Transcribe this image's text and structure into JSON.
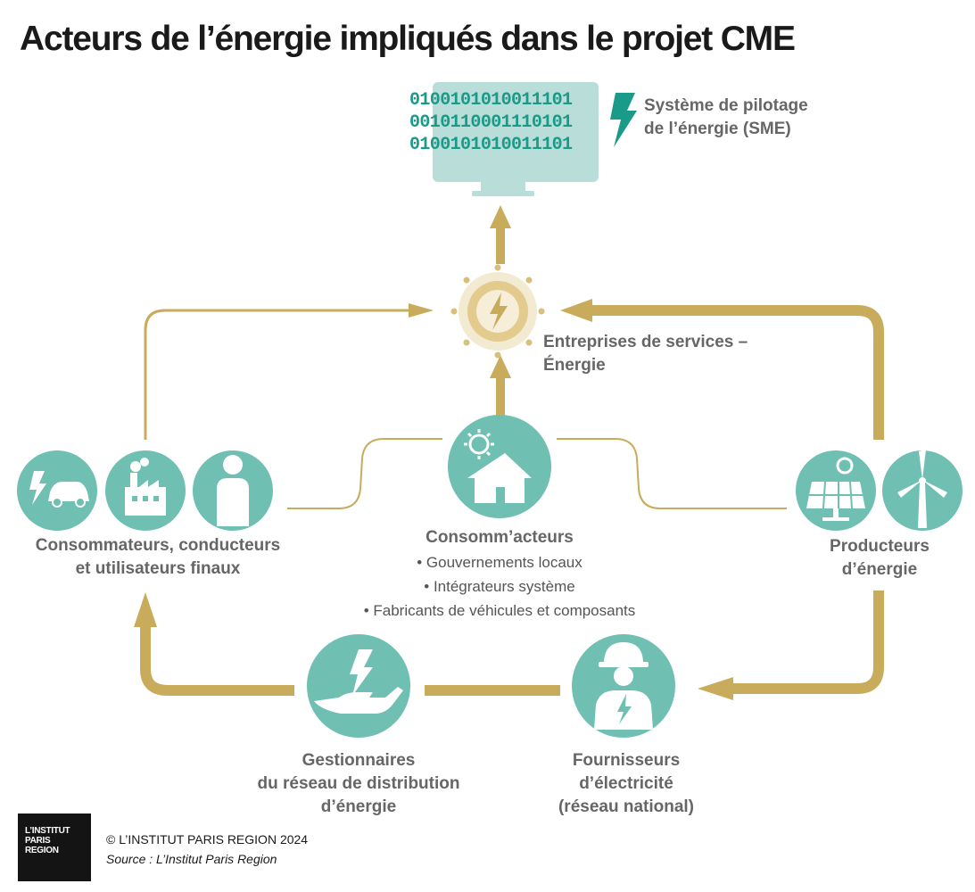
{
  "title": "Acteurs de l’énergie impliqués dans le projet CME",
  "sme": {
    "binary_lines": [
      "0100101010011101",
      "0010110001110101",
      "0100101010011101"
    ],
    "label_lines": [
      "Système de pilotage",
      "de l’énergie (SME)"
    ]
  },
  "services": {
    "label_lines": [
      "Entreprises de services –",
      "Énergie"
    ]
  },
  "consommateurs": {
    "label_lines": [
      "Consommateurs, conducteurs",
      "et utilisateurs finaux"
    ]
  },
  "consommacteurs": {
    "title": "Consomm’acteurs",
    "bullets": [
      "• Gouvernements locaux",
      "• Intégrateurs système",
      "• Fabricants de véhicules et composants"
    ]
  },
  "producteurs": {
    "label_lines": [
      "Producteurs",
      "d’énergie"
    ]
  },
  "gestionnaires": {
    "label_lines": [
      "Gestionnaires",
      "du réseau de distribution",
      "d’énergie"
    ]
  },
  "fournisseurs": {
    "label_lines": [
      "Fournisseurs",
      "d’électricité",
      "(réseau national)"
    ]
  },
  "logo": {
    "lines": [
      "L’INSTITUT",
      "PARIS",
      "REGION"
    ]
  },
  "credit": {
    "copyright": "© L’INSTITUT PARIS REGION 2024",
    "source": "Source : L’Institut Paris Region"
  },
  "colors": {
    "gold": "#c8ac5c",
    "teal": "#6fbfb2",
    "teal_dark": "#1a9a88",
    "screen": "#b9ddd9"
  },
  "icons": [
    "lightning-icon",
    "services-gear-icon",
    "electric-car-icon",
    "factory-icon",
    "person-icon",
    "solar-house-icon",
    "solar-panel-icon",
    "wind-turbine-icon",
    "hand-lightning-icon",
    "electrician-icon"
  ]
}
